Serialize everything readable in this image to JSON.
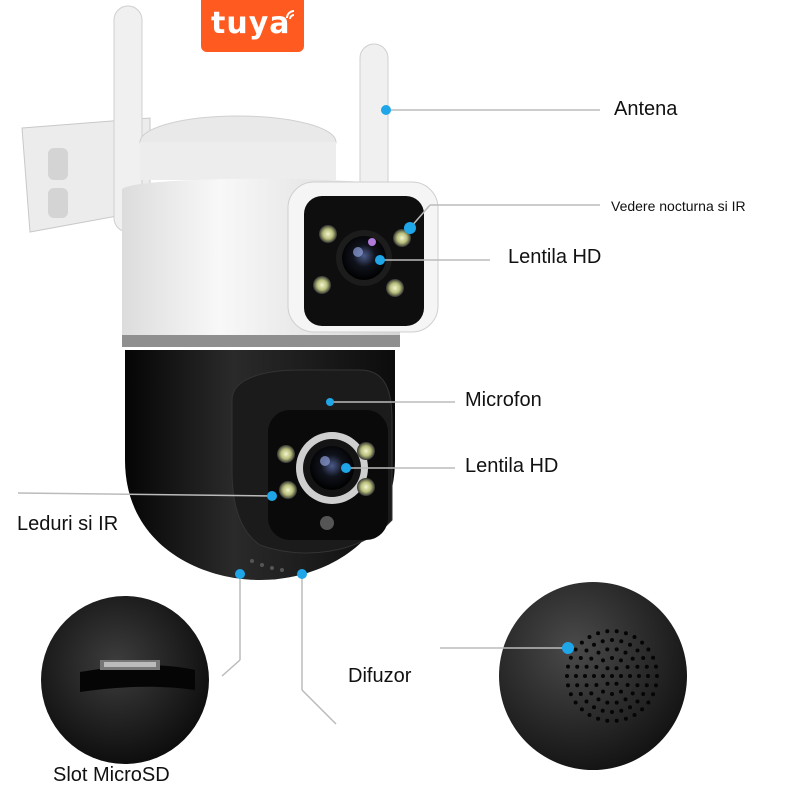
{
  "brand": {
    "logo_text": "tuya",
    "color": "#ff5a1f"
  },
  "labels": {
    "antenna": "Antena",
    "night_vision": "Vedere nocturna si IR",
    "hd_lens_top": "Lentila HD",
    "microphone": "Microfon",
    "hd_lens_bottom": "Lentila HD",
    "leds_ir": "Leduri si IR",
    "speaker": "Difuzor",
    "microsd_slot": "Slot MicroSD"
  },
  "colors": {
    "callout": "#1ea6e8",
    "camera_body_top": "#f2f2f2",
    "camera_body_bottom": "#1a1a1a"
  },
  "icons": [
    "wifi-signal-icon"
  ]
}
